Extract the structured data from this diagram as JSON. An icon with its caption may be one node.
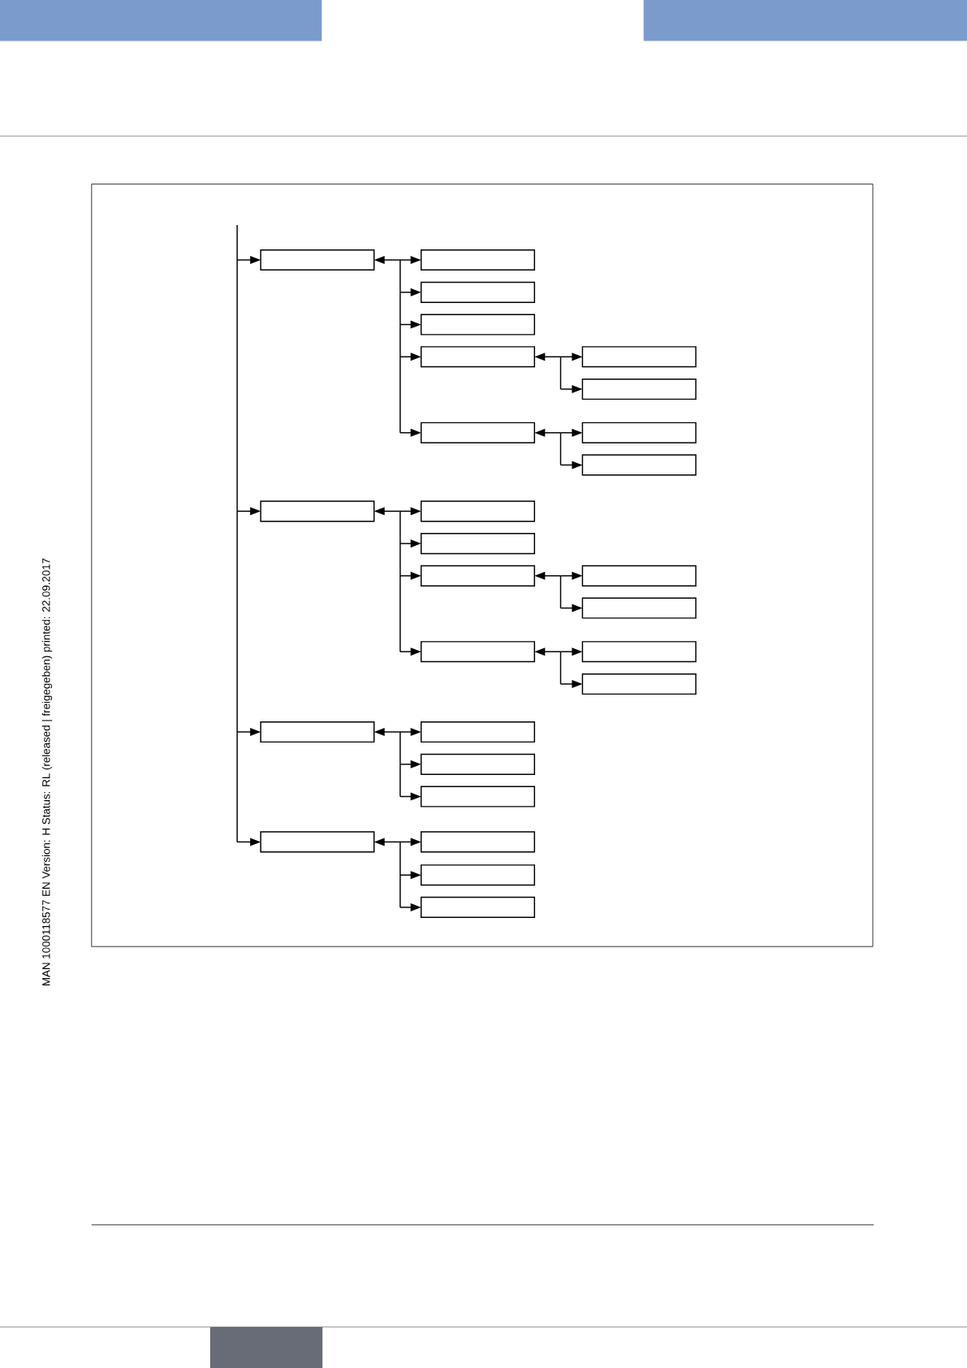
{
  "diagram": {
    "nodes": [
      {
        "text": [],
        "shape": "box"
      },
      {
        "text": [],
        "shape": "box"
      },
      {
        "text": [],
        "shape": "box"
      },
      {
        "text": [],
        "shape": "box"
      },
      {
        "text": [],
        "shape": "box"
      },
      {
        "text": [],
        "shape": "box"
      },
      {
        "text": [],
        "shape": "box"
      },
      {
        "text": [],
        "shape": "box"
      },
      {
        "text": [],
        "shape": "box"
      },
      {
        "text": [],
        "shape": "box"
      },
      {
        "text": [],
        "shape": "box"
      },
      {
        "text": [],
        "shape": "box"
      },
      {
        "text": [],
        "shape": "box"
      },
      {
        "text": [],
        "shape": "box"
      },
      {
        "text": [],
        "shape": "box"
      },
      {
        "text": [],
        "shape": "box"
      },
      {
        "text": [],
        "shape": "box"
      },
      {
        "text": [],
        "shape": "box"
      },
      {
        "text": [],
        "shape": "box"
      },
      {
        "text": [],
        "shape": "box"
      },
      {
        "text": [],
        "shape": "box"
      },
      {
        "text": [],
        "shape": "box"
      },
      {
        "text": [],
        "shape": "box"
      },
      {
        "text": [],
        "shape": "box"
      },
      {
        "text": [],
        "shape": "box"
      },
      {
        "text": [],
        "shape": "box"
      },
      {
        "text": [],
        "shape": "box"
      }
    ],
    "edges": [
      {
        "from": null,
        "to": 0,
        "arrow": "to"
      },
      {
        "from": null,
        "to": 10,
        "arrow": "to"
      },
      {
        "from": null,
        "to": 19,
        "arrow": "to"
      },
      {
        "from": null,
        "to": 23,
        "arrow": "to"
      },
      {
        "from": 0,
        "to": 1,
        "arrow": "both"
      },
      {
        "from": 0,
        "to": 2,
        "arrow": "both"
      },
      {
        "from": 0,
        "to": 3,
        "arrow": "both"
      },
      {
        "from": 0,
        "to": 4,
        "arrow": "both"
      },
      {
        "from": 0,
        "to": 7,
        "arrow": "both"
      },
      {
        "from": 4,
        "to": 5,
        "arrow": "both"
      },
      {
        "from": 4,
        "to": 6,
        "arrow": "both"
      },
      {
        "from": 7,
        "to": 8,
        "arrow": "both"
      },
      {
        "from": 7,
        "to": 9,
        "arrow": "both"
      },
      {
        "from": 10,
        "to": 11,
        "arrow": "both"
      },
      {
        "from": 10,
        "to": 12,
        "arrow": "both"
      },
      {
        "from": 10,
        "to": 13,
        "arrow": "both"
      },
      {
        "from": 10,
        "to": 16,
        "arrow": "both"
      },
      {
        "from": 13,
        "to": 14,
        "arrow": "both"
      },
      {
        "from": 13,
        "to": 15,
        "arrow": "both"
      },
      {
        "from": 16,
        "to": 17,
        "arrow": "both"
      },
      {
        "from": 16,
        "to": 18,
        "arrow": "both"
      },
      {
        "from": 19,
        "to": 20,
        "arrow": "both"
      },
      {
        "from": 19,
        "to": 21,
        "arrow": "both"
      },
      {
        "from": 19,
        "to": 22,
        "arrow": "both"
      },
      {
        "from": 23,
        "to": 24,
        "arrow": "both"
      },
      {
        "from": 23,
        "to": 25,
        "arrow": "both"
      },
      {
        "from": 23,
        "to": 26,
        "arrow": "both"
      }
    ],
    "labels": [
      "MAN  1000118577  EN  Version: H Status: RL (released | freigegeben)  printed: 22.09.2017"
    ]
  }
}
